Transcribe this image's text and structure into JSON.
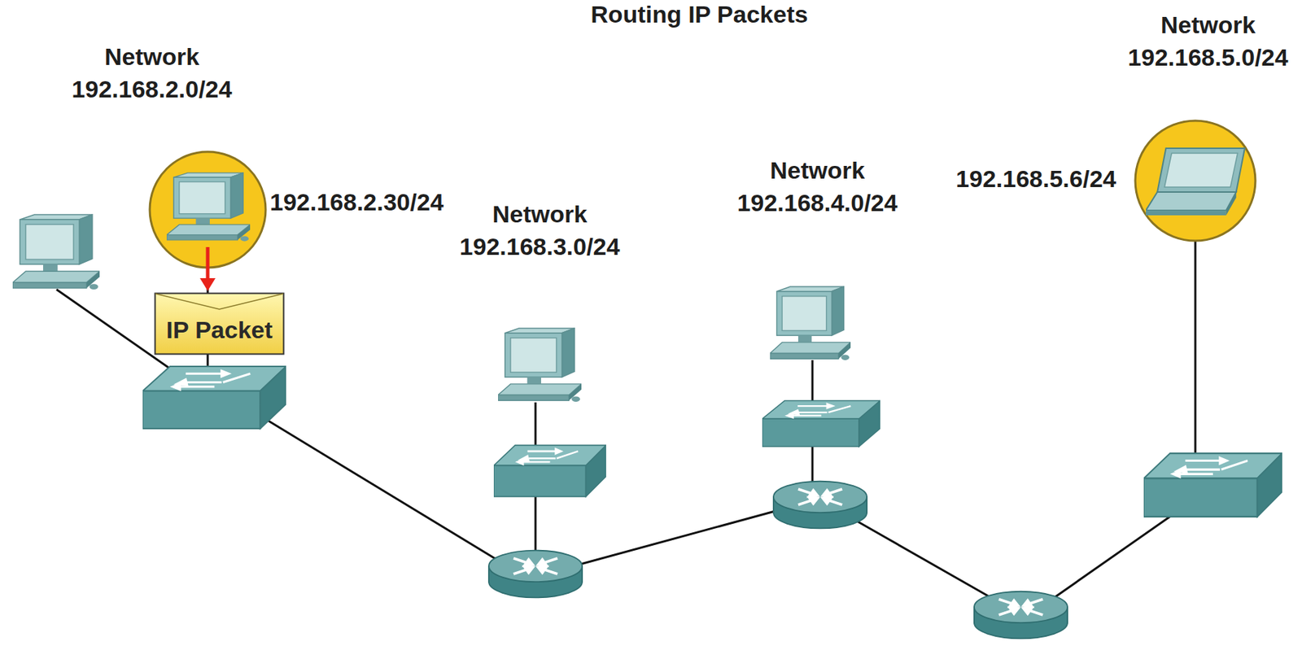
{
  "diagram": {
    "title": "Routing IP Packets",
    "nodes": [
      {
        "text": [
          "IP Packet"
        ]
      }
    ],
    "labels": [
      "Network 192.168.2.0/24",
      "192.168.2.30/24",
      "Network 192.168.3.0/24",
      "Network 192.168.4.0/24",
      "192.168.5.6/24",
      "Network 192.168.5.0/24"
    ]
  }
}
